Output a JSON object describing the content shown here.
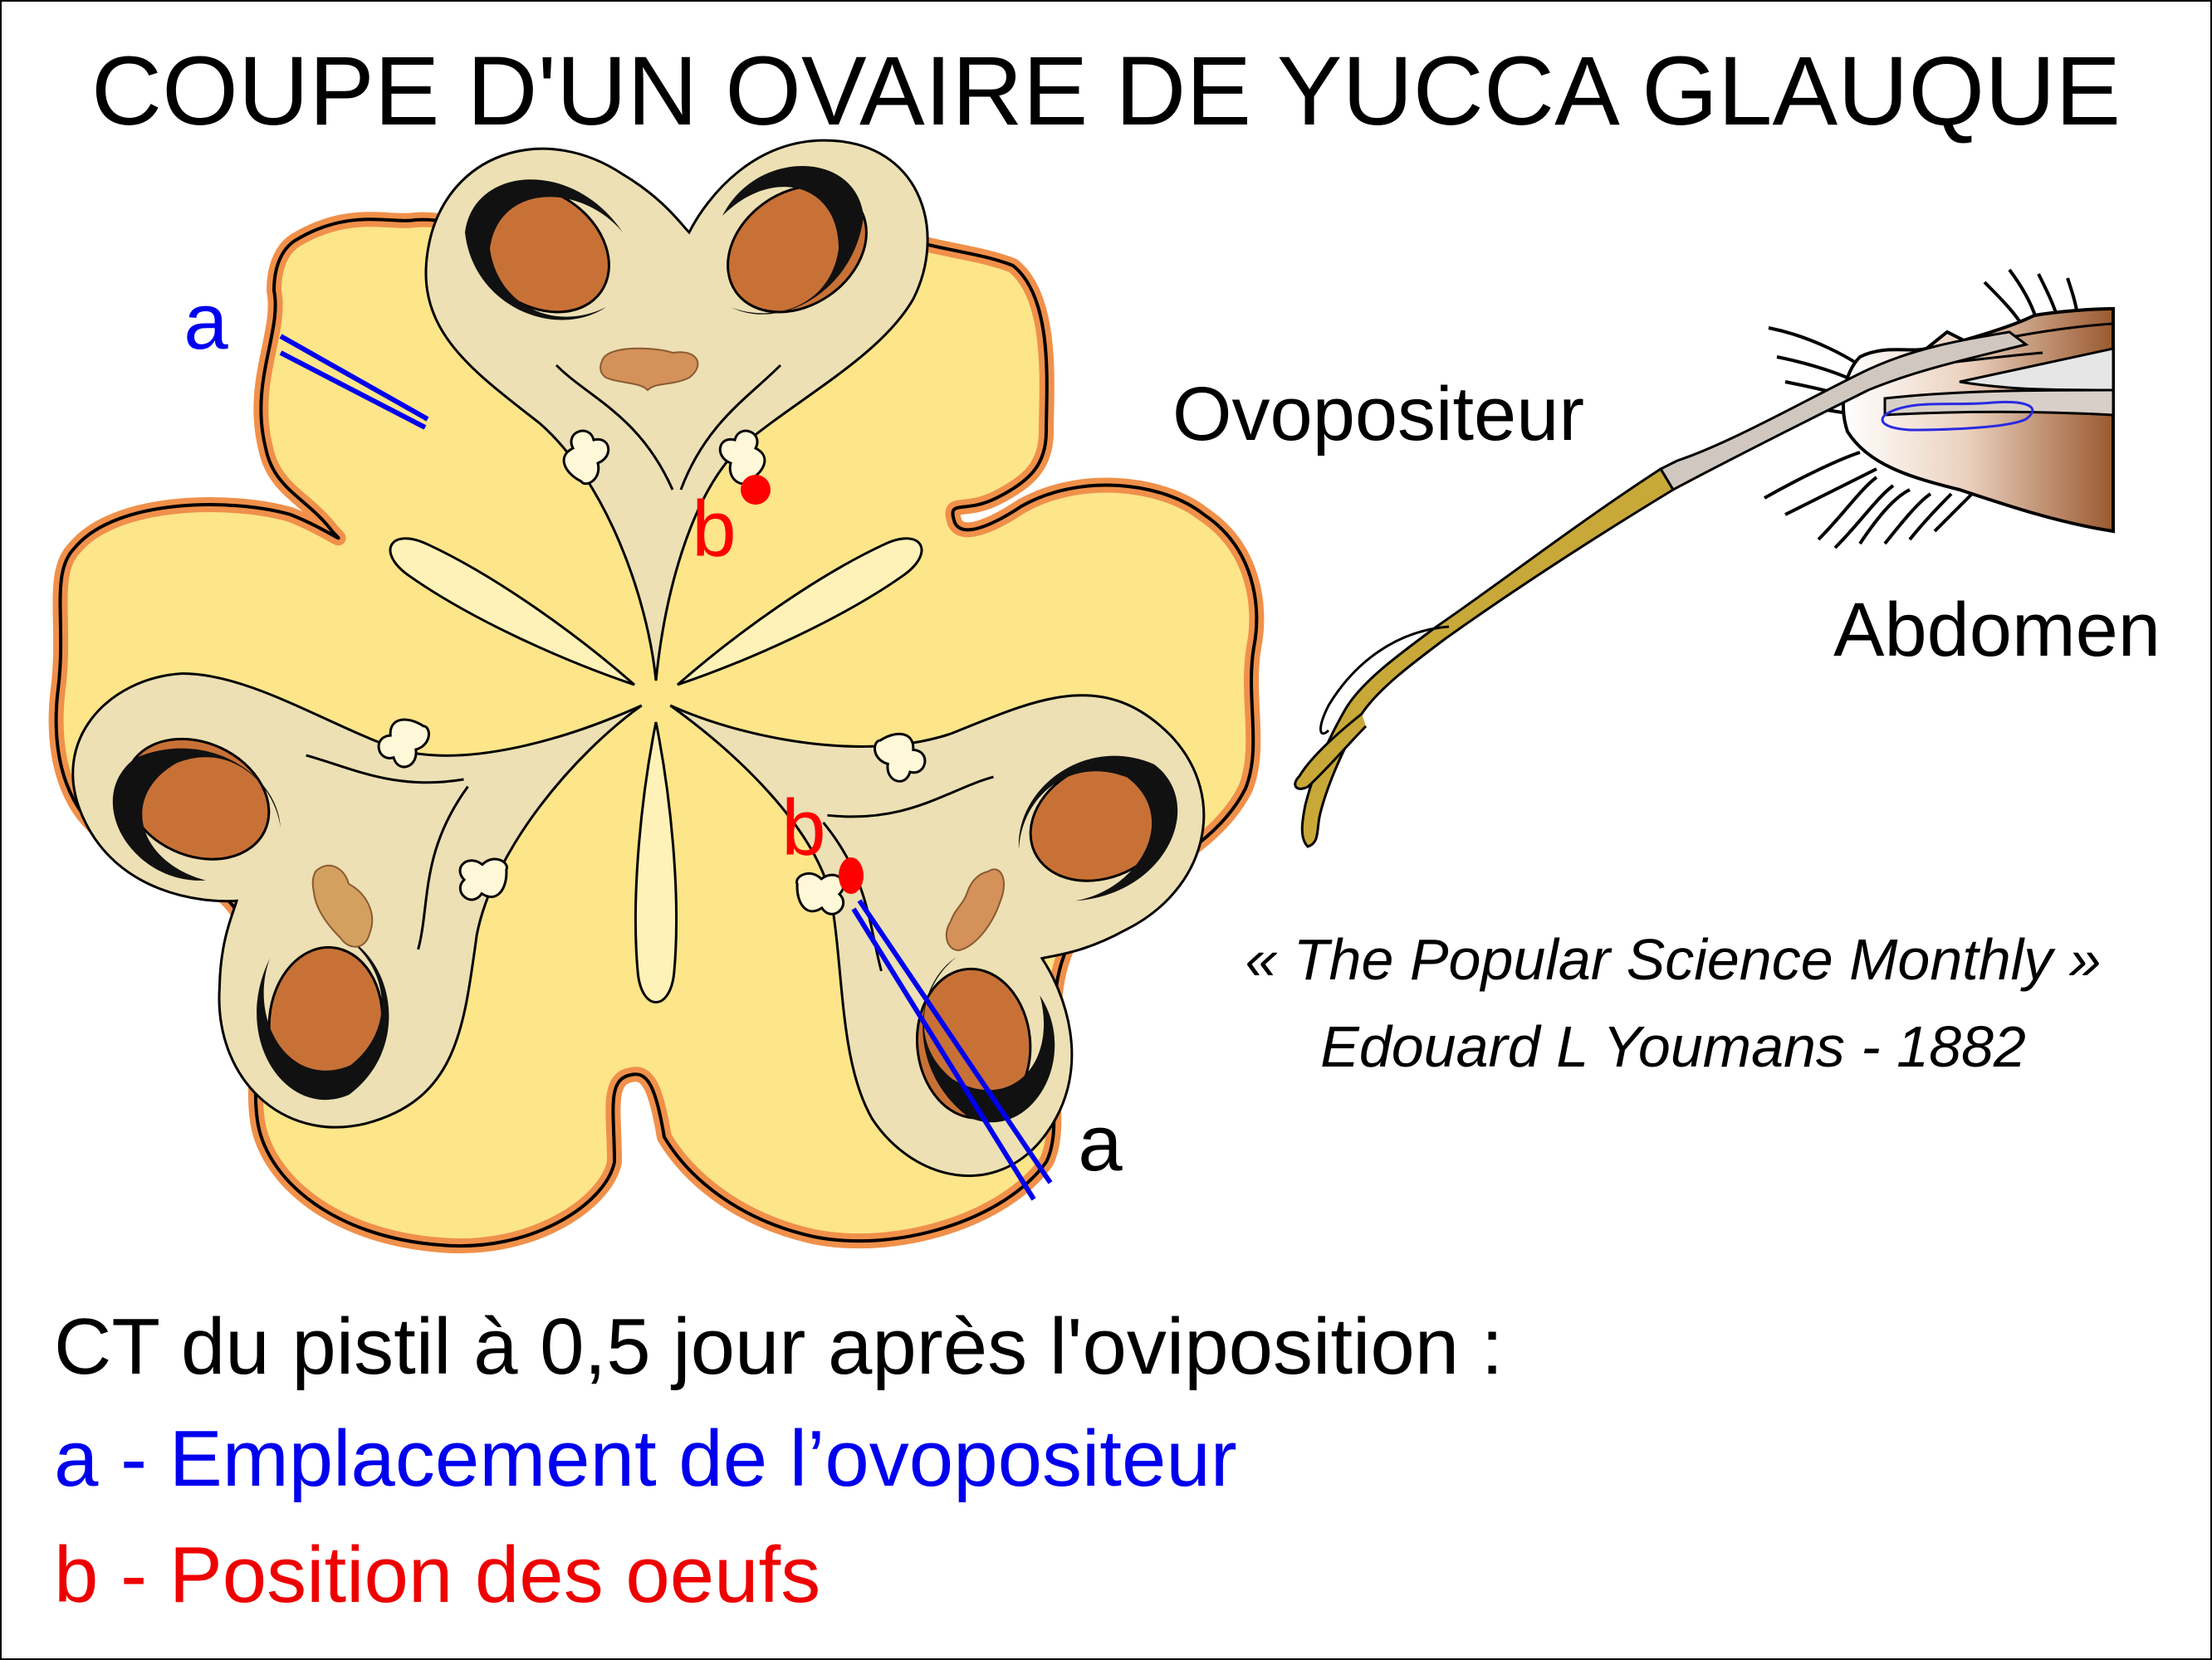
{
  "title": "COUPE D'UN OVAIRE DE YUCCA GLAUQUE",
  "labels": {
    "ovipositor": "Ovopositeur",
    "abdomen": "Abdomen",
    "marker_a": "a",
    "marker_b": "b"
  },
  "credit": {
    "line1": "« The Popular Science Monthly »",
    "line2": "Edouard L Youmans - 1882"
  },
  "legend": {
    "heading": "CT du pistil à 0,5 jour après l'oviposition :",
    "item_a": "a - Emplacement de l’ovopositeur",
    "item_b": "b - Position des oeufs"
  },
  "colors": {
    "ovary_fill": "#fde58a",
    "ovary_rim": "#f0904a",
    "locule_fill": "#ece0b4",
    "ovule_fill": "#c87137",
    "ovipositor_marker": "#0000ee",
    "egg_marker": "#ff0000",
    "ovipositor_shaft": "#c8a838",
    "abdomen_fill": "#a8673a"
  }
}
